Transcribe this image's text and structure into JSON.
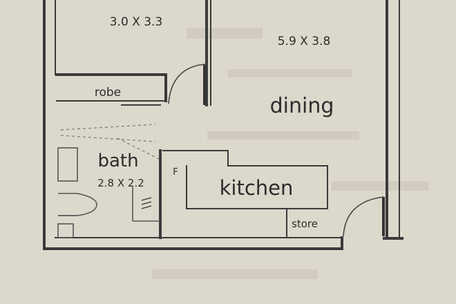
{
  "rooms": {
    "bedroom": {
      "dimensions": "3.0 X 3.3"
    },
    "dining": {
      "label": "dining",
      "dimensions": "5.9 X 3.8"
    },
    "robe": {
      "label": "robe"
    },
    "bath": {
      "label": "bath",
      "dimensions": "2.8 X 2.2"
    },
    "kitchen": {
      "label": "kitchen",
      "fridge_mark": "F"
    },
    "store": {
      "label": "store"
    }
  },
  "colors": {
    "paper": "#ddd8cc",
    "ink": "#2c2c2c"
  },
  "icons": [
    "door-swing-icon",
    "toilet-icon",
    "vanity-icon",
    "stairs-icon"
  ]
}
